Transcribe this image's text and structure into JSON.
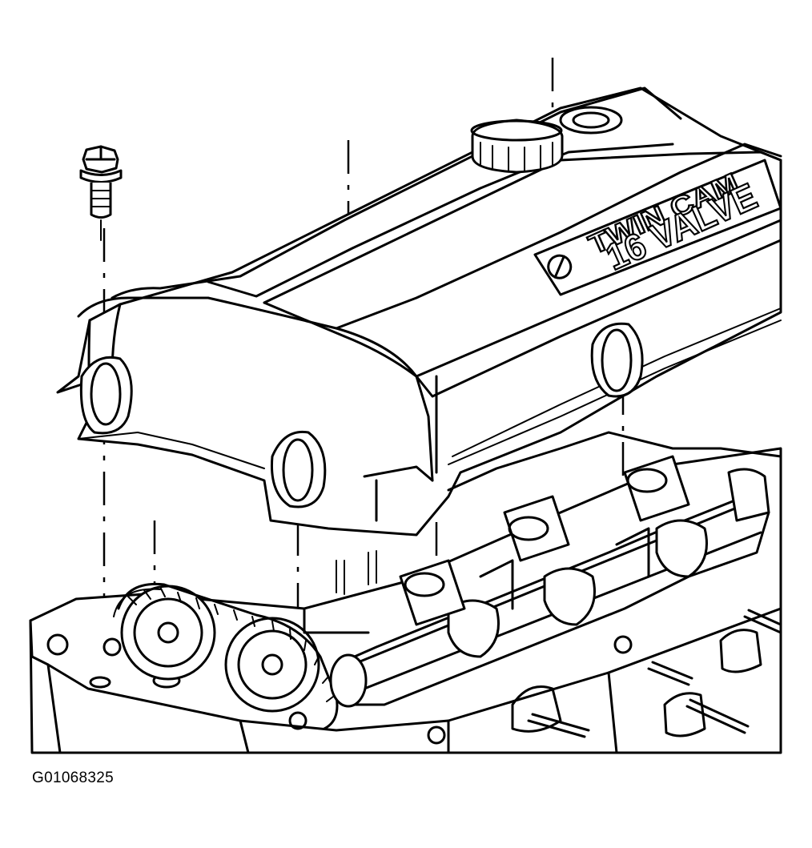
{
  "diagram": {
    "figure_code": "G01068325",
    "cover_emblem": {
      "line1": "TWIN CAM",
      "line2": "16 VALVE"
    }
  }
}
